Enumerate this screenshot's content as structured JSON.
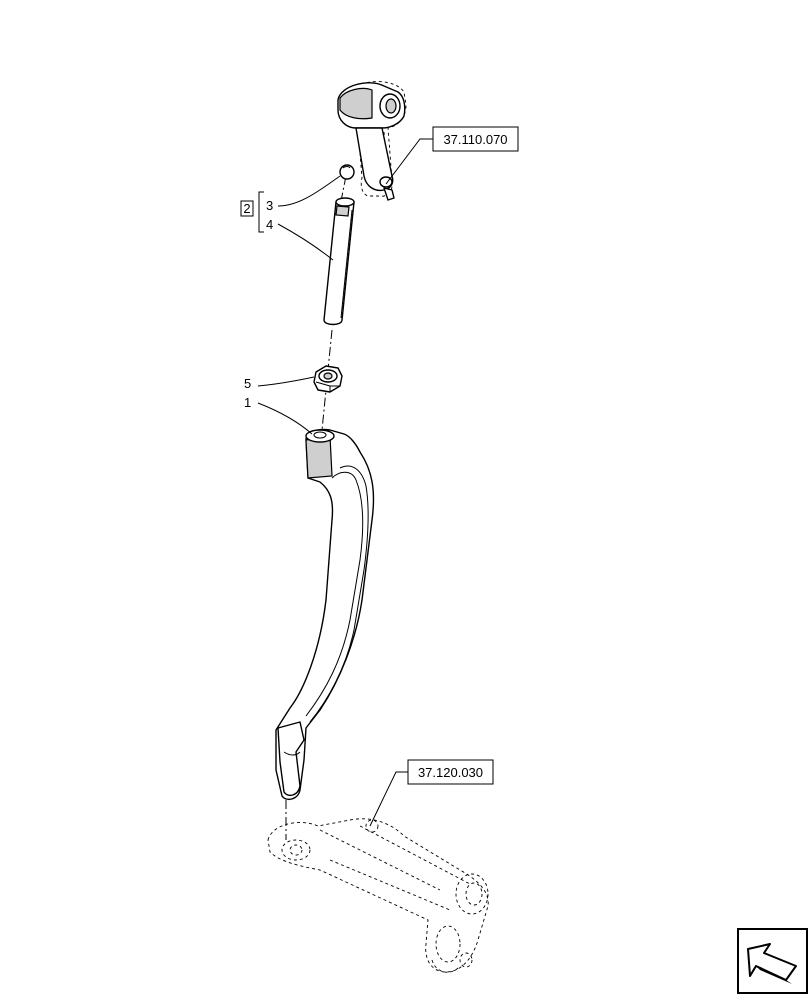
{
  "references": {
    "upper": "37.110.070",
    "lower": "37.120.030"
  },
  "callouts": {
    "kit": "2",
    "item_3": "3",
    "item_4": "4",
    "item_5": "5",
    "item_1": "1"
  },
  "icons": {
    "nav": "arrow-icon"
  }
}
